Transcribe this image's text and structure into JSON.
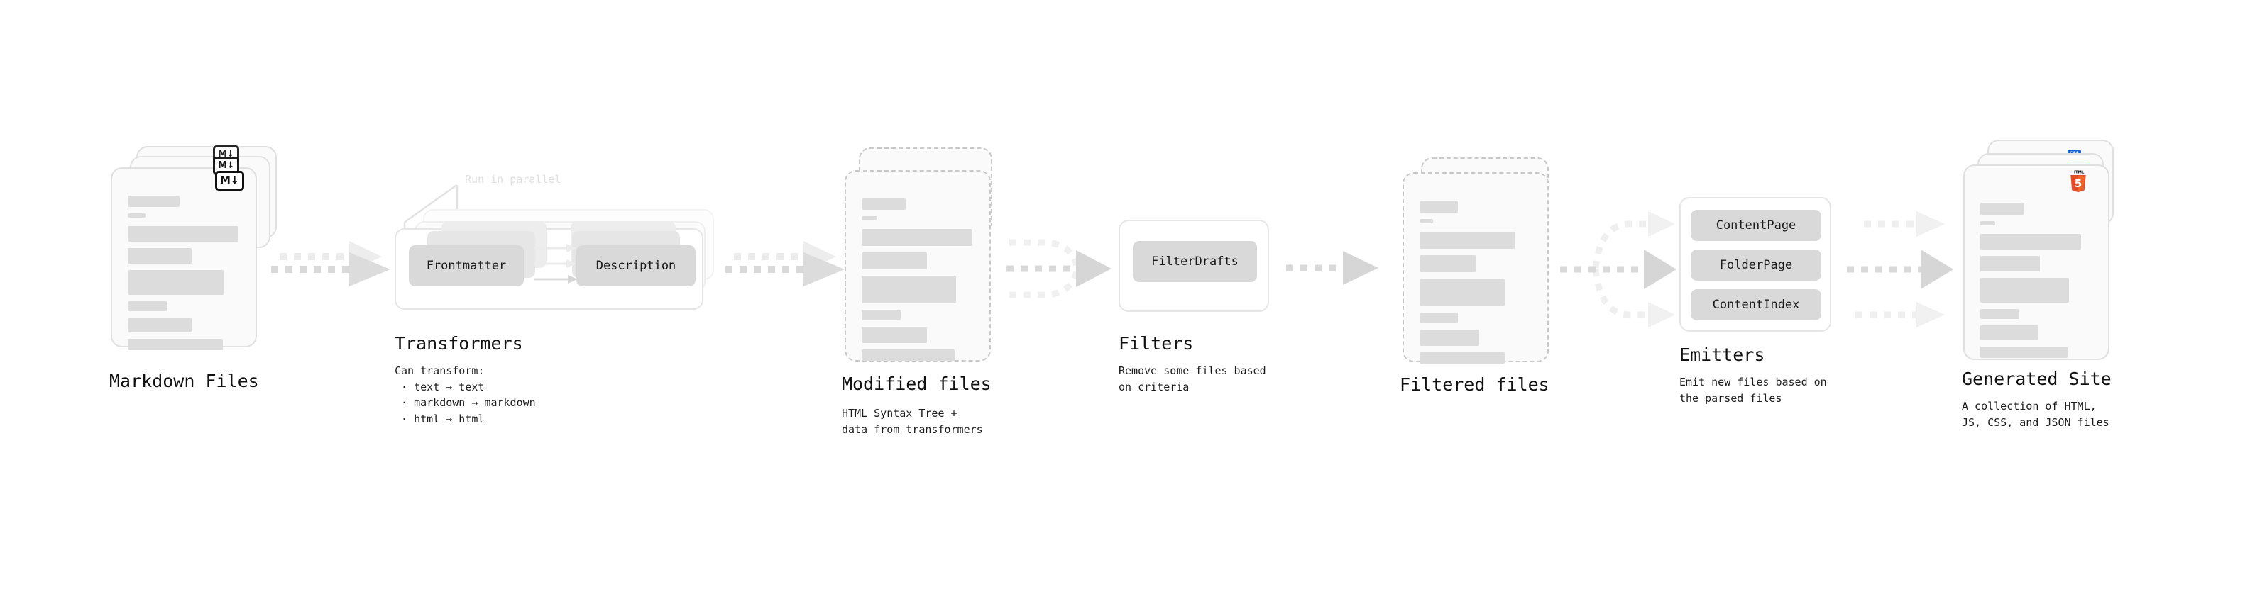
{
  "diagram": {
    "type": "pipeline-flow",
    "orientation": "left-to-right",
    "background": "#ffffff",
    "accent_gray": "#d9d9d9",
    "arrow_color": "#d6d6d6",
    "stages": [
      {
        "id": "markdown-files",
        "kind": "file-stack",
        "title": "Markdown Files",
        "subtitle": "",
        "badge": "markdown-badge",
        "badge_text": "M↓",
        "stack_count": 3,
        "border": "solid"
      },
      {
        "id": "transformers",
        "kind": "process",
        "title": "Transformers",
        "subtitle": "Can transform:\n · text → text\n · markdown → markdown\n · html → html",
        "annotation": "Run in parallel",
        "stack_count": 3,
        "chips": [
          "Frontmatter",
          "Description"
        ]
      },
      {
        "id": "modified-files",
        "kind": "file-stack",
        "title": "Modified files",
        "subtitle": "HTML Syntax Tree +\ndata from transformers",
        "stack_count": 2,
        "border": "dashed"
      },
      {
        "id": "filters",
        "kind": "process",
        "title": "Filters",
        "subtitle": "Remove some files based\non criteria",
        "stack_count": 1,
        "chips": [
          "FilterDrafts"
        ]
      },
      {
        "id": "filtered-files",
        "kind": "file-stack",
        "title": "Filtered files",
        "subtitle": "",
        "stack_count": 2,
        "border": "dashed"
      },
      {
        "id": "emitters",
        "kind": "process",
        "title": "Emitters",
        "subtitle": "Emit new files based on\nthe parsed files",
        "stack_count": 1,
        "chips": [
          "ContentPage",
          "FolderPage",
          "ContentIndex"
        ]
      },
      {
        "id": "generated-site",
        "kind": "file-stack",
        "title": "Generated Site",
        "subtitle": "A collection of HTML,\nJS, CSS, and JSON files",
        "badges": [
          "html5-badge",
          "js-badge",
          "css-badge"
        ],
        "badge_text_css": "CSS",
        "badge_text_html": "HTML",
        "badge_text_html_num": "5",
        "stack_count": 3,
        "border": "solid"
      }
    ],
    "connectors": [
      {
        "id": "md-to-transformers",
        "style": "dotted-arrow",
        "lanes": 1
      },
      {
        "id": "transformers-to-modified",
        "style": "dotted-arrow",
        "lanes": 1
      },
      {
        "id": "modified-to-filters",
        "style": "dotted-arrow-merge",
        "lanes": 3
      },
      {
        "id": "filters-to-filtered",
        "style": "dotted-arrow",
        "lanes": 1
      },
      {
        "id": "filtered-to-emitters",
        "style": "dotted-arrow-split",
        "lanes": 3
      },
      {
        "id": "emitters-to-site",
        "style": "dotted-arrow-parallel",
        "lanes": 3
      }
    ]
  }
}
